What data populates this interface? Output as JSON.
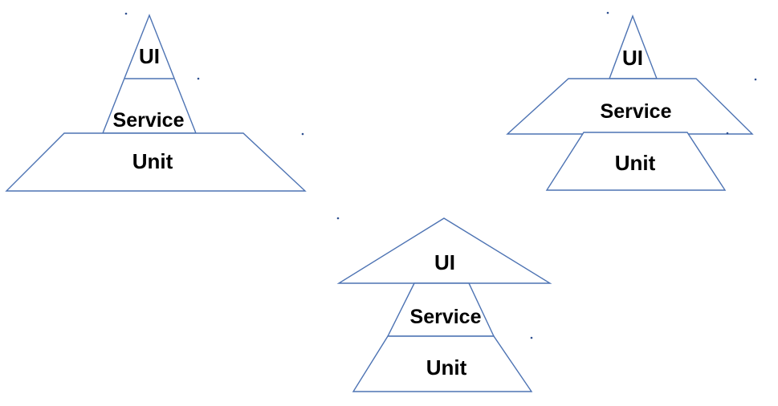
{
  "colors": {
    "line": "#4d73b3",
    "text": "#000000",
    "dot": "#2e4f8f",
    "background": "#ffffff"
  },
  "diagrams": [
    {
      "position": "top-left",
      "shape": "pyramid",
      "layers": [
        {
          "label": "UI"
        },
        {
          "label": "Service"
        },
        {
          "label": "Unit"
        }
      ]
    },
    {
      "position": "top-right",
      "shape": "wide-middle",
      "layers": [
        {
          "label": "UI"
        },
        {
          "label": "Service"
        },
        {
          "label": "Unit"
        }
      ]
    },
    {
      "position": "bottom-center",
      "shape": "wide-top",
      "layers": [
        {
          "label": "UI"
        },
        {
          "label": "Service"
        },
        {
          "label": "Unit"
        }
      ]
    }
  ]
}
